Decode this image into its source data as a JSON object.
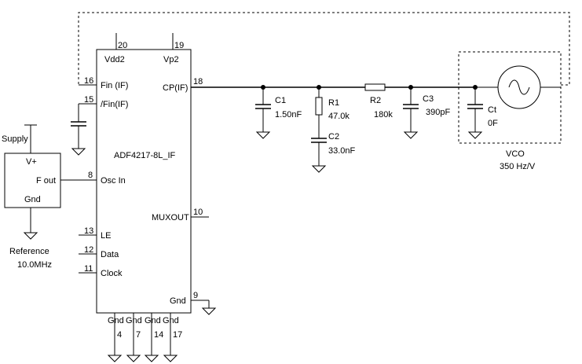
{
  "chip": {
    "name": "ADF4217-8L_IF",
    "pins": [
      {
        "id": "vdd2",
        "label": "Vdd2",
        "num": "20"
      },
      {
        "id": "vp2",
        "label": "Vp2",
        "num": "19"
      },
      {
        "id": "fin",
        "label": "Fin (IF)",
        "num": "16"
      },
      {
        "id": "finb",
        "label": "/Fin(IF)",
        "num": "15"
      },
      {
        "id": "oscin",
        "label": "Osc In",
        "num": "8"
      },
      {
        "id": "le",
        "label": "LE",
        "num": "13"
      },
      {
        "id": "data",
        "label": "Data",
        "num": "12"
      },
      {
        "id": "clock",
        "label": "Clock",
        "num": "11"
      },
      {
        "id": "cp",
        "label": "CP(IF)",
        "num": "18"
      },
      {
        "id": "muxout",
        "label": "MUXOUT",
        "num": "10"
      },
      {
        "id": "gnd9",
        "label": "Gnd",
        "num": "9"
      },
      {
        "id": "gnd4",
        "label": "Gnd",
        "num": "4"
      },
      {
        "id": "gnd7",
        "label": "Gnd",
        "num": "7"
      },
      {
        "id": "gnd14",
        "label": "Gnd",
        "num": "14"
      },
      {
        "id": "gnd17",
        "label": "Gnd",
        "num": "17"
      }
    ]
  },
  "reference": {
    "supply_label": "Supply",
    "vplus": "V+",
    "fout": "F out",
    "gnd": "Gnd",
    "name": "Reference",
    "freq": "10.0MHz"
  },
  "components": [
    {
      "id": "c1",
      "name": "C1",
      "value": "1.50nF"
    },
    {
      "id": "r1",
      "name": "R1",
      "value": "47.0k"
    },
    {
      "id": "c2",
      "name": "C2",
      "value": "33.0nF"
    },
    {
      "id": "r2",
      "name": "R2",
      "value": "180k"
    },
    {
      "id": "c3",
      "name": "C3",
      "value": "390pF"
    },
    {
      "id": "ct",
      "name": "Ct",
      "value": "0F"
    }
  ],
  "vco": {
    "name": "VCO",
    "gain": "350 Hz/V"
  }
}
